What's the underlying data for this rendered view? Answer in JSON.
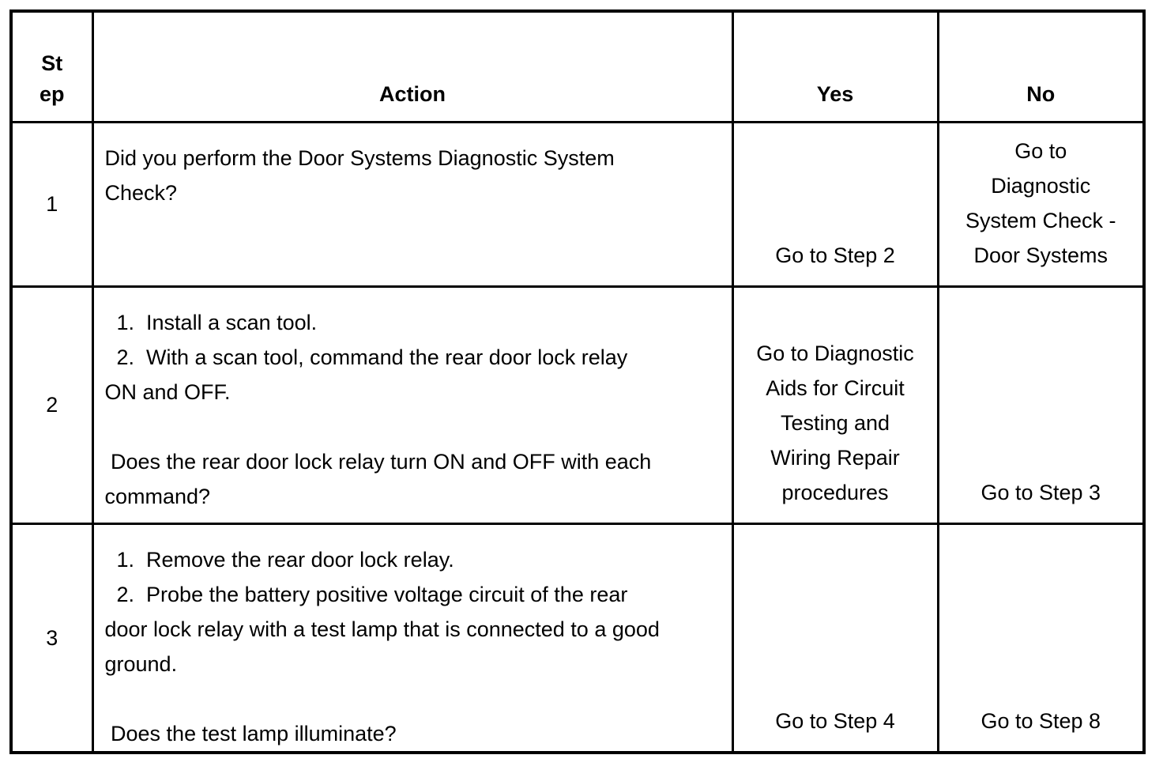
{
  "colors": {
    "text": "#000000",
    "border": "#000000",
    "background": "#ffffff"
  },
  "table": {
    "columns": [
      {
        "id": "step",
        "label_lines": [
          "St",
          "ep"
        ]
      },
      {
        "id": "action",
        "label": "Action"
      },
      {
        "id": "yes",
        "label": "Yes"
      },
      {
        "id": "no",
        "label": "No"
      }
    ],
    "rows": [
      {
        "step": "1",
        "action_lines": [
          "Did you perform the Door Systems Diagnostic System",
          "Check?"
        ],
        "yes_lines": [
          "Go to Step 2"
        ],
        "no_lines": [
          "Go to",
          "Diagnostic",
          "System Check -",
          "Door Systems"
        ]
      },
      {
        "step": "2",
        "action_lines": [
          "  1.  Install a scan tool.",
          "  2.  With a scan tool, command the rear door lock relay",
          "ON and OFF.",
          "",
          " Does the rear door lock relay turn ON and OFF with each",
          "command?"
        ],
        "yes_lines": [
          "Go to Diagnostic",
          "Aids for Circuit",
          "Testing and",
          "Wiring Repair",
          "procedures"
        ],
        "no_lines": [
          "Go to Step 3"
        ]
      },
      {
        "step": "3",
        "action_lines": [
          "  1.  Remove the rear door lock relay.",
          "  2.  Probe the battery positive voltage circuit of the rear",
          "door lock relay with a test lamp that is connected to a good",
          "ground.",
          "",
          " Does the test lamp illuminate?"
        ],
        "yes_lines": [
          "Go to Step 4"
        ],
        "no_lines": [
          "Go to Step 8"
        ]
      }
    ]
  }
}
